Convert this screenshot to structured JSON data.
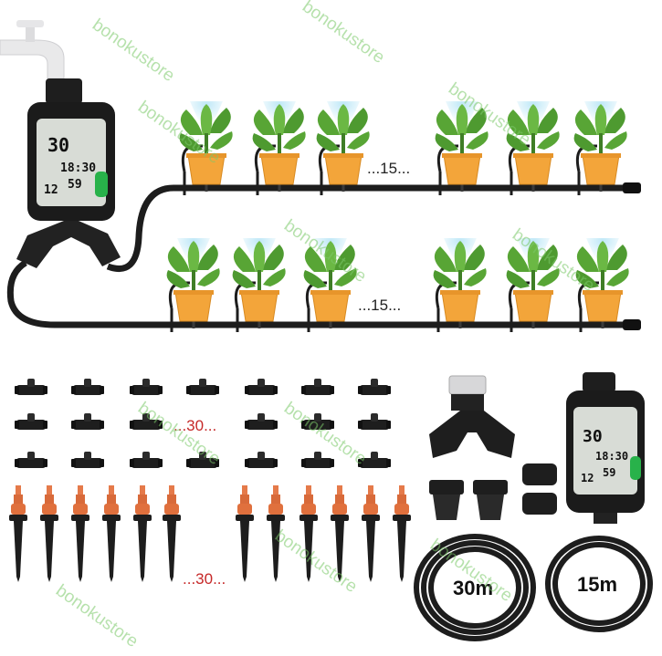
{
  "lcd": {
    "d1": "30",
    "d2": "18:30",
    "d3": "12",
    "d4": "59"
  },
  "labels": {
    "count_top": "...15...",
    "count_mid": "...15...",
    "tee_count": "...30...",
    "stake_count": "...30...",
    "hose_long": "30m",
    "hose_short": "15m"
  },
  "watermark": "bonokustore",
  "colors": {
    "pot": "#f3a53a",
    "leaf": "#58a535",
    "mist": "#8fd3f0",
    "tube": "#1d1d1d",
    "nozzle": "#e57a4a",
    "wm": "#7cc96a"
  }
}
